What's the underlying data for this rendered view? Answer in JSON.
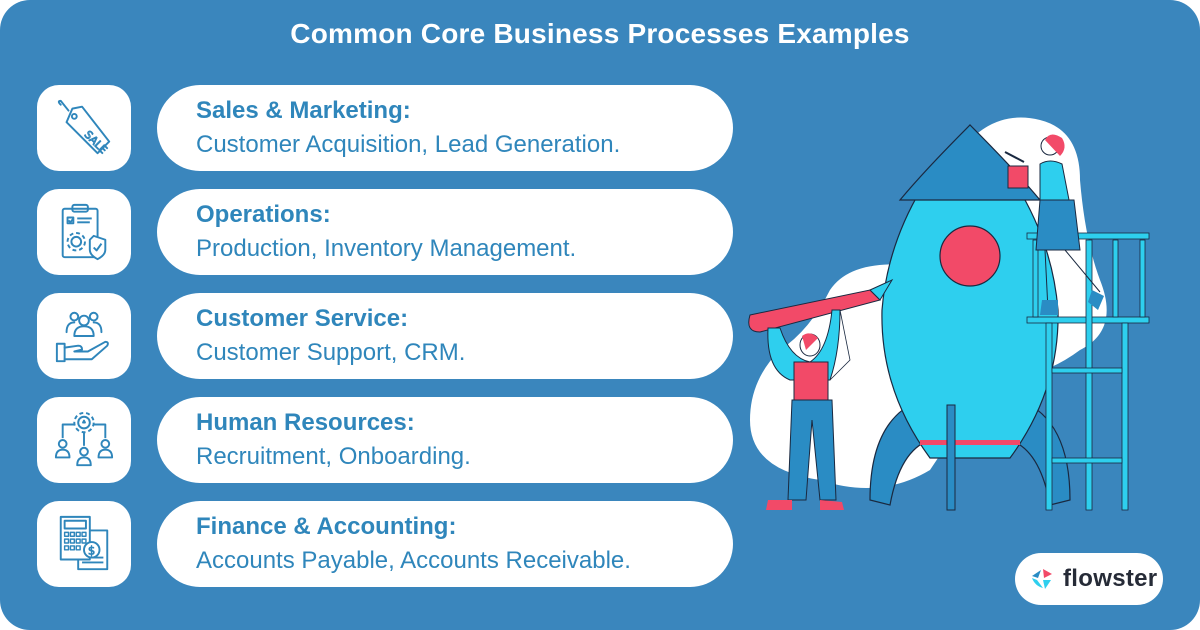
{
  "header": {
    "title": "Common Core Business Processes Examples"
  },
  "processes": [
    {
      "icon": "sale-tag-icon",
      "title": "Sales & Marketing:",
      "examples": "Customer Acquisition, Lead Generation."
    },
    {
      "icon": "clipboard-gear-shield-icon",
      "title": "Operations:",
      "examples": "Production, Inventory Management."
    },
    {
      "icon": "people-hand-icon",
      "title": "Customer Service:",
      "examples": "Customer Support, CRM."
    },
    {
      "icon": "gear-team-network-icon",
      "title": "Human Resources:",
      "examples": "Recruitment, Onboarding."
    },
    {
      "icon": "calculator-dollar-icon",
      "title": "Finance & Accounting:",
      "examples": "Accounts Payable, Accounts Receivable."
    }
  ],
  "brand": {
    "name": "flowster"
  },
  "colors": {
    "background": "#3a86bd",
    "text_accent": "#2f86bb",
    "rocket_body": "#2ecfee",
    "rocket_dark": "#2a8cc4",
    "accent_red": "#f24a68",
    "white": "#ffffff"
  }
}
